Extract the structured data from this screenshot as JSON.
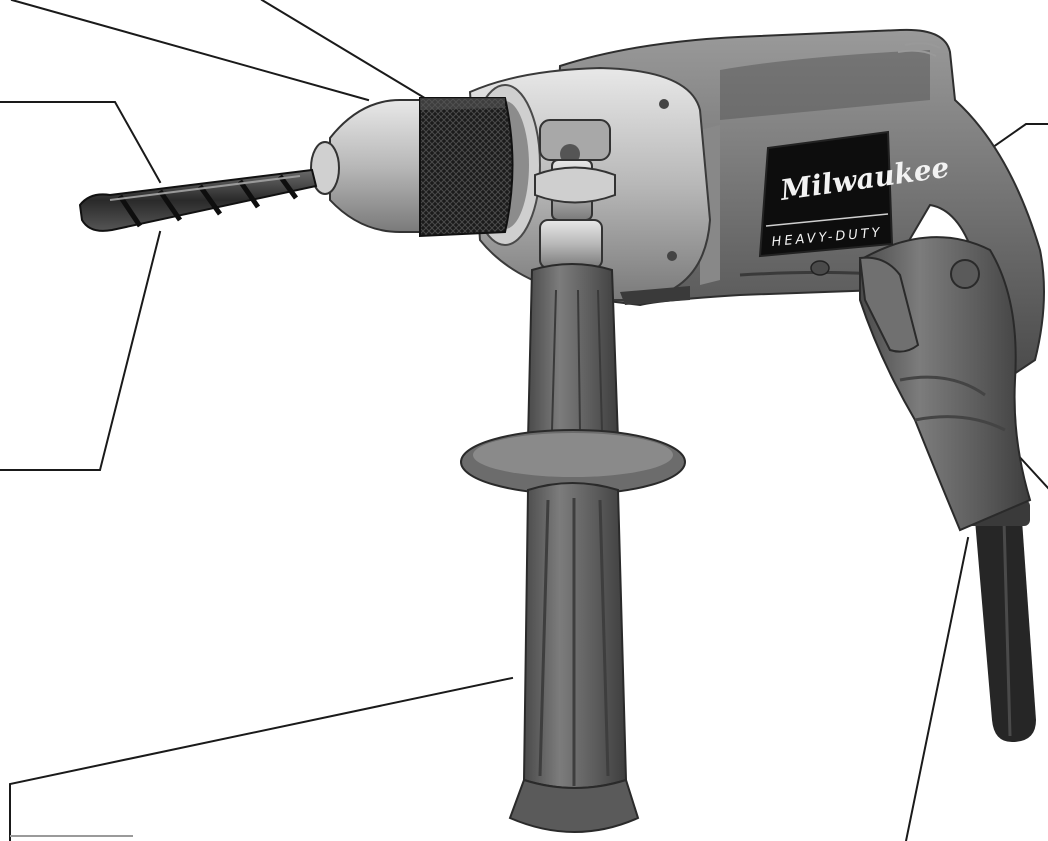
{
  "figure": {
    "subject": "corded drill with side handle",
    "brand_logo_text": "Milwaukee",
    "brand_tagline_text": "HEAVY-DUTY",
    "colors": {
      "background": "#ffffff",
      "housing": "#6f6f6f",
      "housing_dark": "#3c3c3c",
      "handle": "#5e5e5e",
      "chuck": "#1e1e1e",
      "metal": "#bdbdbd",
      "badge": "#0d0d0d",
      "leader_lines": "#1a1a1a"
    }
  }
}
